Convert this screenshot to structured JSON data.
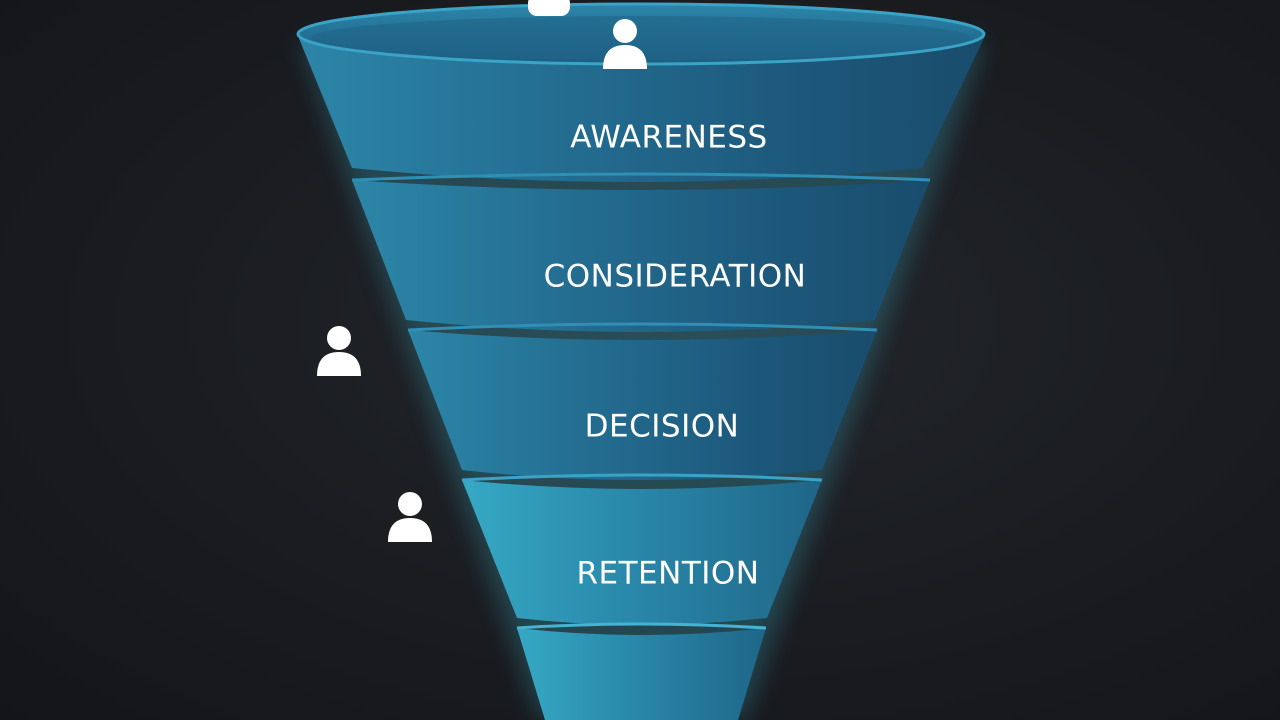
{
  "stages": [
    {
      "label": "AWARENESS"
    },
    {
      "label": "CONSIDERATION"
    },
    {
      "label": "DECISION"
    },
    {
      "label": "RETENTION"
    },
    {
      "label": ""
    }
  ],
  "colors": {
    "background": "#1a1c20",
    "funnel_light": "#3fb1c8",
    "funnel_dark": "#1b4e6e",
    "glow": "#3fc3e0",
    "person_icon": "#ffffff"
  },
  "icons": [
    "person-icon",
    "person-icon",
    "person-icon",
    "person-icon"
  ]
}
